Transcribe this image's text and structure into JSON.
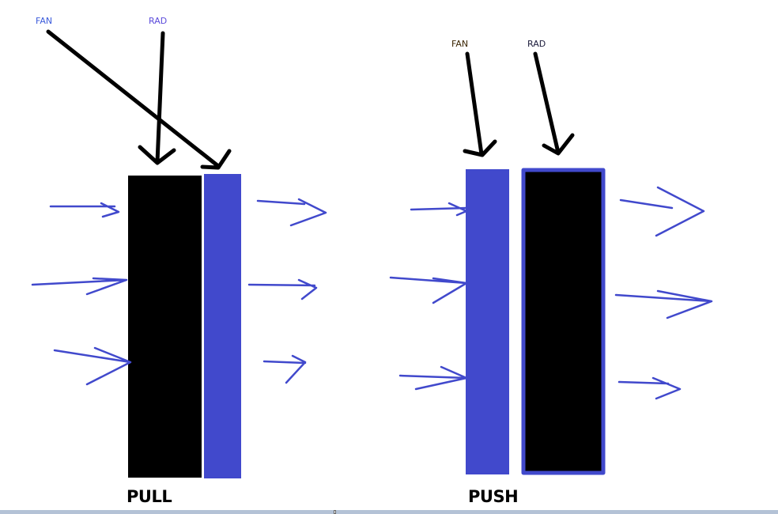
{
  "pull": {
    "fan_label": "FAN",
    "rad_label": "RAD",
    "title": "PULL"
  },
  "push": {
    "fan_label": "FAN",
    "rad_label": "RAD",
    "title": "PUSH"
  },
  "colors": {
    "fan_blue": "#4149cc",
    "radiator": "#000000",
    "pull_label": "#3b5bdb",
    "push_label": "#3a2400"
  }
}
